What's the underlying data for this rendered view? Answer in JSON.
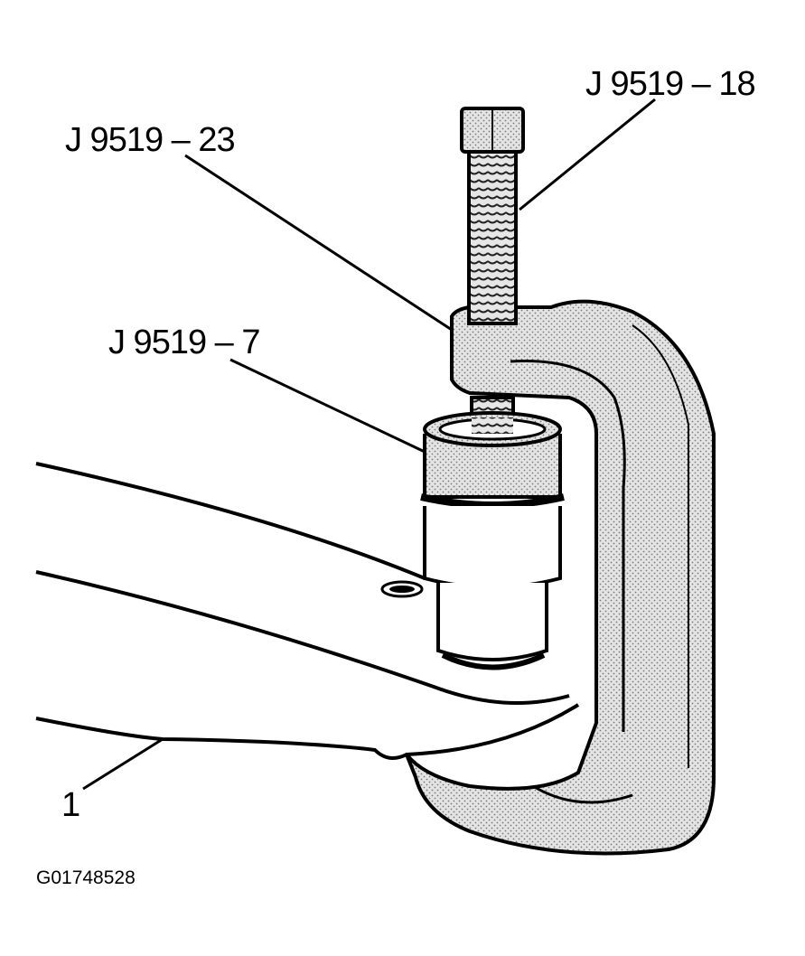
{
  "callouts": {
    "forcing_screw": "J 9519 – 18",
    "frame": "J 9519 – 23",
    "receiver": "J 9519 – 7",
    "control_arm": "1"
  },
  "figure_id": "G01748528",
  "colors": {
    "ink": "#000000",
    "tone": "#d2d2d2",
    "paper": "#ffffff"
  }
}
